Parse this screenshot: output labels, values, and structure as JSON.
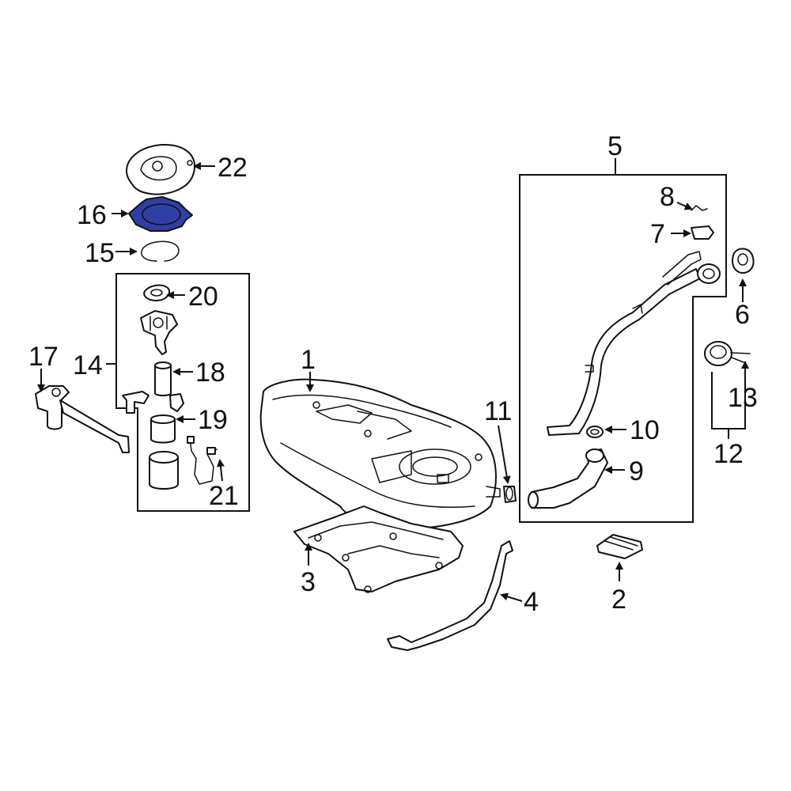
{
  "diagram": {
    "highlight_color": "#2f3fa6",
    "highlighted_part": "16",
    "callouts": {
      "p1": "1",
      "p2": "2",
      "p3": "3",
      "p4": "4",
      "p5": "5",
      "p6": "6",
      "p7": "7",
      "p8": "8",
      "p9": "9",
      "p10": "10",
      "p11": "11",
      "p12": "12",
      "p13": "13",
      "p14": "14",
      "p15": "15",
      "p16": "16",
      "p17": "17",
      "p18": "18",
      "p19": "19",
      "p20": "20",
      "p21": "21",
      "p22": "22"
    }
  }
}
